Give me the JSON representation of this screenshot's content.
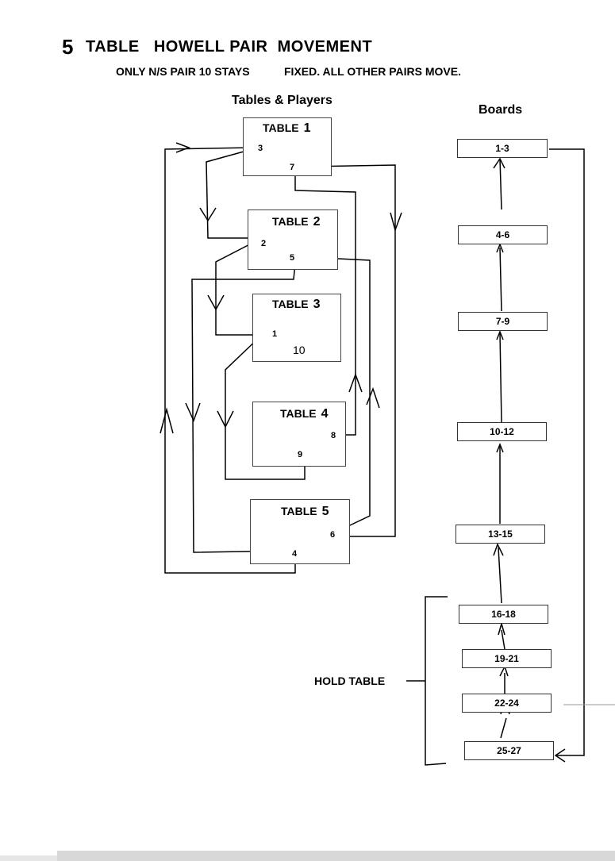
{
  "title": {
    "number": "5",
    "text": "TABLE   HOWELL PAIR  MOVEMENT",
    "subtitle_a": "ONLY N/S PAIR 10 STAYS",
    "subtitle_b": "FIXED. ALL OTHER PAIRS MOVE."
  },
  "headings": {
    "tables": "Tables & Players",
    "boards": "Boards"
  },
  "tables": [
    {
      "label": "TABLE",
      "num": "1",
      "pairs": [
        "3",
        "7"
      ]
    },
    {
      "label": "TABLE",
      "num": "2",
      "pairs": [
        "2",
        "5"
      ]
    },
    {
      "label": "TABLE",
      "num": "3",
      "pairs": [
        "1",
        "10"
      ]
    },
    {
      "label": "TABLE",
      "num": "4",
      "pairs": [
        "8",
        "9"
      ]
    },
    {
      "label": "TABLE",
      "num": "5",
      "pairs": [
        "6",
        "4"
      ]
    }
  ],
  "boards": [
    "1-3",
    "4-6",
    "7-9",
    "10-12",
    "13-15",
    "16-18",
    "19-21",
    "22-24",
    "25-27"
  ],
  "hold_table": "HOLD TABLE"
}
